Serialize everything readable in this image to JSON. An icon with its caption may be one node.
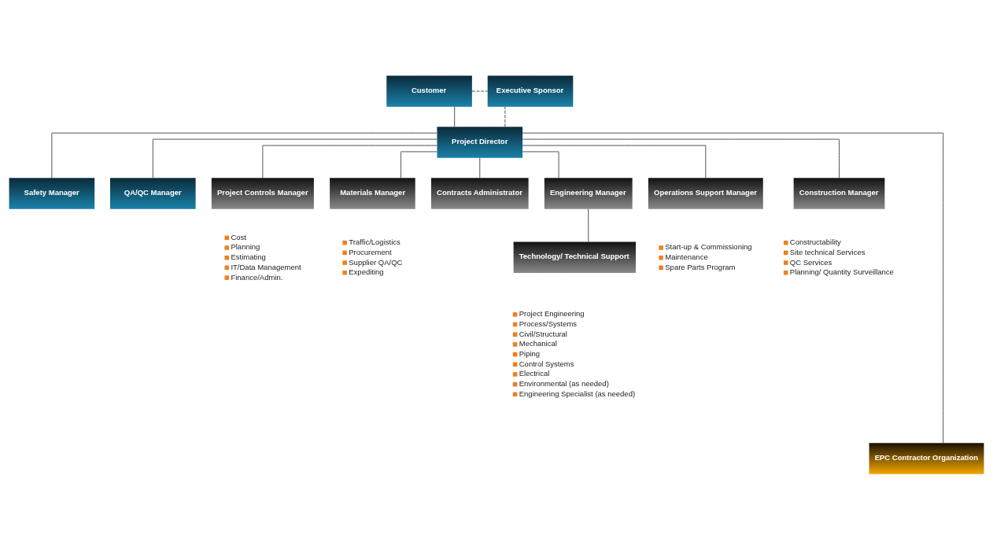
{
  "diagram": {
    "nodes": [
      {
        "text": [
          "Customer"
        ]
      },
      {
        "text": [
          "Executive Sponsor"
        ]
      },
      {
        "text": [
          "Project Director"
        ]
      },
      {
        "text": [
          "Safety Manager"
        ]
      },
      {
        "text": [
          "QA/QC Manager"
        ]
      },
      {
        "text": [
          "Project Controls Manager"
        ],
        "beside": [
          "Cost",
          "Planning",
          "Estimating",
          "IT/Data Management",
          "Finance/Admin."
        ]
      },
      {
        "text": [
          "Materials Manager"
        ],
        "beside": [
          "Traffic/Logistics",
          "Procurement",
          "Supplier QA/QC",
          "Expediting"
        ]
      },
      {
        "text": [
          "Contracts Administrator"
        ]
      },
      {
        "text": [
          "Engineering Manager"
        ]
      },
      {
        "text": [
          "Technology/ Technical Support"
        ],
        "beside": [
          "Project Engineering",
          "Process/Systems",
          "Civil/Structural",
          "Mechanical",
          "Piping",
          "Control Systems",
          "Electrical",
          "Environmental (as needed)",
          "Engineering Specialist (as needed)"
        ]
      },
      {
        "text": [
          "Operations Support Manager"
        ],
        "beside": [
          "Start-up & Commissioning",
          "Maintenance",
          "Spare Parts Program"
        ]
      },
      {
        "text": [
          "Construction Manager"
        ],
        "beside": [
          "Constructability",
          "Site technical Services",
          "QC Services",
          "Planning/ Quantity Surveillance"
        ]
      },
      {
        "text": [
          "EPC Contractor Organization"
        ]
      }
    ],
    "edges": [
      {
        "from": 0,
        "to": 2,
        "arrow": "none"
      },
      {
        "from": 0,
        "to": 1,
        "arrow": "none",
        "style": "dashed"
      },
      {
        "from": 2,
        "to": 1,
        "arrow": "none",
        "style": "dashed"
      },
      {
        "from": 2,
        "to": 3,
        "arrow": "none"
      },
      {
        "from": 2,
        "to": 4,
        "arrow": "none"
      },
      {
        "from": 2,
        "to": 5,
        "arrow": "none"
      },
      {
        "from": 2,
        "to": 6,
        "arrow": "none"
      },
      {
        "from": 2,
        "to": 7,
        "arrow": "none"
      },
      {
        "from": 2,
        "to": 8,
        "arrow": "none"
      },
      {
        "from": 2,
        "to": 10,
        "arrow": "none"
      },
      {
        "from": 2,
        "to": 11,
        "arrow": "none"
      },
      {
        "from": 8,
        "to": 9,
        "arrow": "none"
      },
      {
        "from": 2,
        "to": 12,
        "arrow": "none"
      }
    ]
  }
}
